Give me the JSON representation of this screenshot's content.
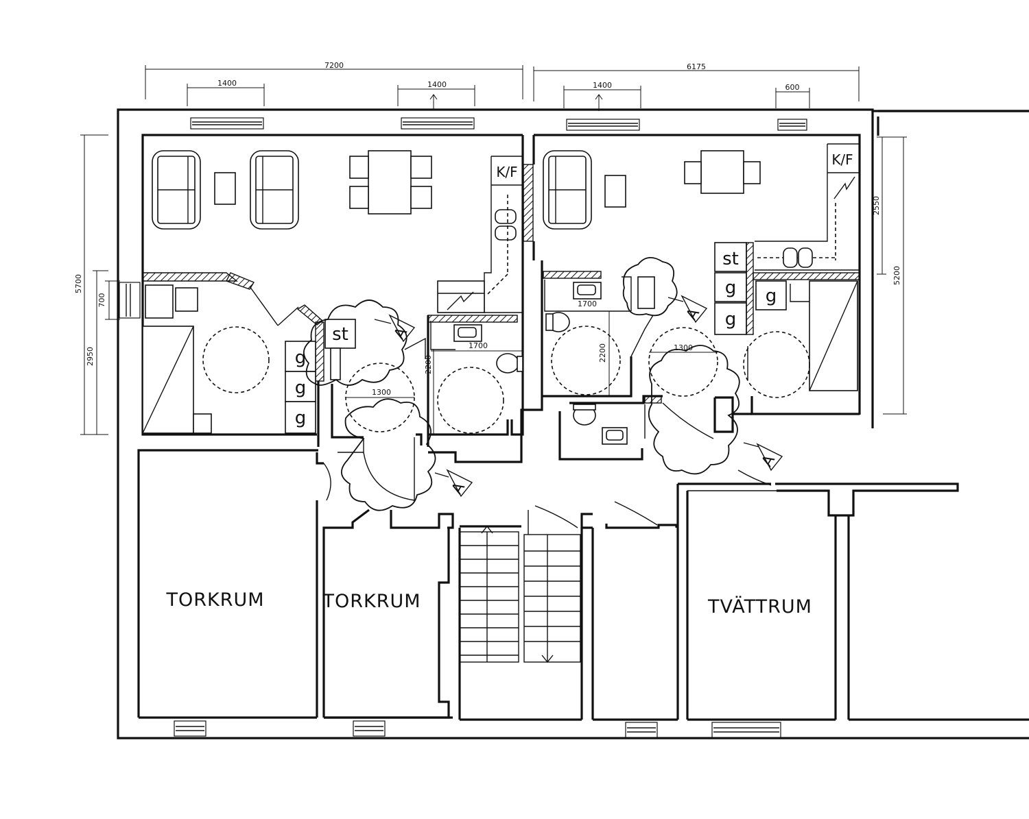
{
  "rooms": {
    "torkrum_1": "TORKRUM",
    "torkrum_2": "TORKRUM",
    "tvattrum": "TVÄTTRUM"
  },
  "dimensions": {
    "top_left_total": "7200",
    "top_left_window_1": "1400",
    "top_left_window_2": "1400",
    "top_right_total": "6175",
    "top_right_window_1": "1400",
    "top_right_window_2": "600",
    "left_total": "5700",
    "left_window": "700",
    "left_lower": "2950",
    "right_upper": "2550",
    "right_total": "5200",
    "turn_circle_1": "1300",
    "turn_circle_2": "1300",
    "bath_width_1": "1700",
    "bath_depth_1": "2200",
    "bath_width_2": "1700",
    "bath_depth_2": "2200"
  },
  "marks": {
    "kf_left": "K/F",
    "kf_right": "K/F",
    "st_left": "st",
    "st_right": "st",
    "g": "g",
    "accessible": "A"
  }
}
